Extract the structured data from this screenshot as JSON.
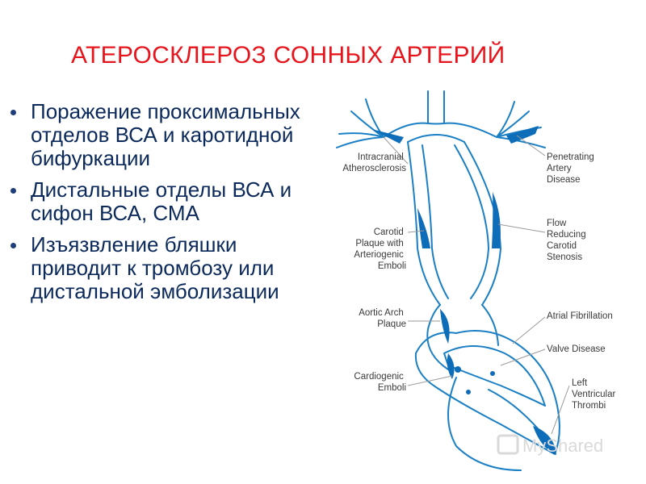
{
  "slide": {
    "title": "АТЕРОСКЛЕРОЗ СОННЫХ АРТЕРИЙ",
    "bullets": [
      "Поражение проксимальных отделов ВСА и каротидной бифуркации",
      "Дистальные отделы ВСА и сифон ВСА, СМА",
      "Изъязвление бляшки приводит к тромбозу или дистальной эмболизации"
    ]
  },
  "diagram": {
    "left_labels": {
      "intracranial": [
        "Intracranial",
        "Atherosclerosis"
      ],
      "carotid_plaque": [
        "Carotid",
        "Plaque with",
        "Arteriogenic",
        "Emboli"
      ],
      "aortic_arch": [
        "Aortic Arch",
        "Plaque"
      ],
      "cardiogenic": [
        "Cardiogenic",
        "Emboli"
      ]
    },
    "right_labels": {
      "penetrating": [
        "Penetrating",
        "Artery",
        "Disease"
      ],
      "flow_reducing": [
        "Flow",
        "Reducing",
        "Carotid",
        "Stenosis"
      ],
      "atrial_fibrillation": [
        "Atrial Fibrillation"
      ],
      "valve_disease": [
        "Valve Disease"
      ],
      "lv_thrombi": [
        "Left",
        "Ventricular",
        "Thrombi"
      ]
    },
    "colors": {
      "vessel": "#1a7fc4",
      "plaque": "#0d6db8",
      "leader": "#9a9a9a"
    }
  },
  "watermark": {
    "text": "MyShared"
  }
}
